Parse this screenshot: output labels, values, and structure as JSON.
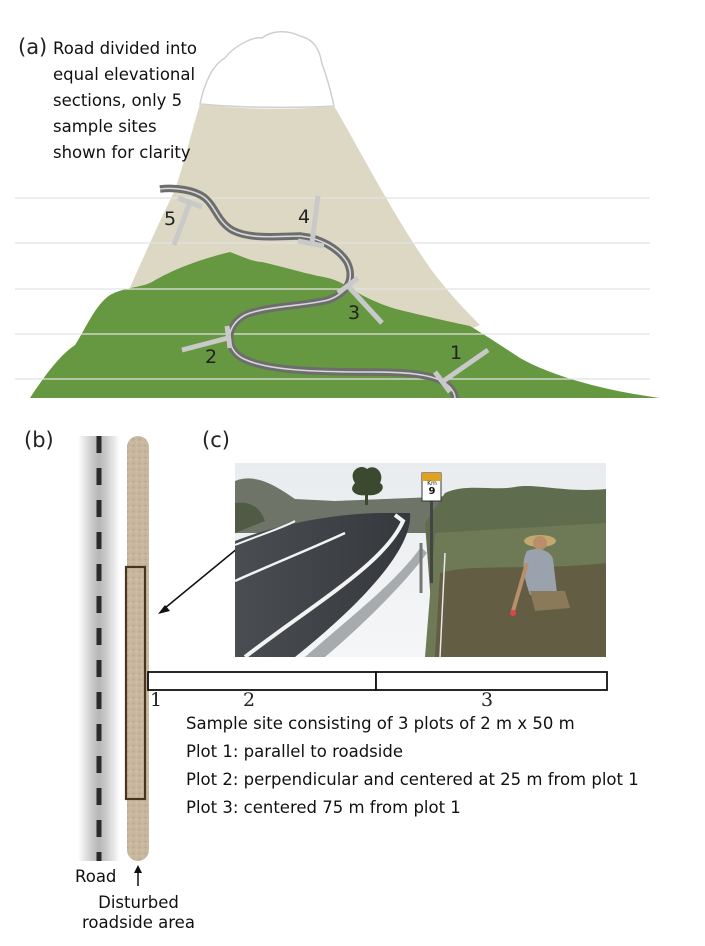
{
  "panel_a": {
    "letter": "(a)",
    "caption_lines": [
      "Road divided into",
      "equal elevational",
      "sections, only 5",
      "sample sites",
      "shown for clarity"
    ],
    "site_labels": [
      "1",
      "2",
      "3",
      "4",
      "5"
    ]
  },
  "panel_b": {
    "letter": "(b)",
    "road_label": "Road",
    "roadside_label_lines": [
      "Disturbed",
      "roadside area"
    ]
  },
  "panel_c": {
    "letter": "(c)",
    "km_sign": {
      "top": "Km",
      "number": "9"
    }
  },
  "plot_labels": [
    "1",
    "2",
    "3"
  ],
  "description": {
    "title": "Sample site consisting of 3 plots of 2 m x 50 m",
    "lines": [
      "Plot 1: parallel to roadside",
      "Plot 2: perpendicular and centered at 25 m from plot 1",
      "Plot 3: centered 75 m from plot 1"
    ]
  },
  "colors": {
    "snow_outline": "#d7d7d7",
    "mountain_upper": "#dcd8c4",
    "mountain_lower": "#669741",
    "road": "#6d6d6d",
    "plot_marker": "#c9c9c9"
  }
}
